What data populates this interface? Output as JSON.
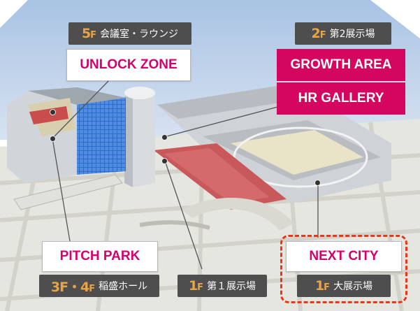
{
  "zones": {
    "unlock": {
      "floor": "5",
      "floor_unit": "F",
      "room": "会議室・ラウンジ",
      "name": "UNLOCK ZONE"
    },
    "growth": {
      "floor": "2",
      "floor_unit": "F",
      "room": "第2展示場",
      "name": "GROWTH AREA"
    },
    "hr": {
      "name": "HR GALLERY"
    },
    "pitch": {
      "floor": "3F・4",
      "floor_unit": "F",
      "room": "稲盛ホール",
      "name": "PITCH PARK"
    },
    "exhibit1": {
      "floor": "1",
      "floor_unit": "F",
      "room": "第１展示場"
    },
    "next": {
      "floor": "1",
      "floor_unit": "F",
      "room": "大展示場",
      "name": "NEXT CITY"
    }
  },
  "colors": {
    "accent_pink": "#d4065f",
    "floor_number": "#e9a446",
    "tag_bg": "#4e4e4e",
    "highlight": "#e8371a"
  }
}
